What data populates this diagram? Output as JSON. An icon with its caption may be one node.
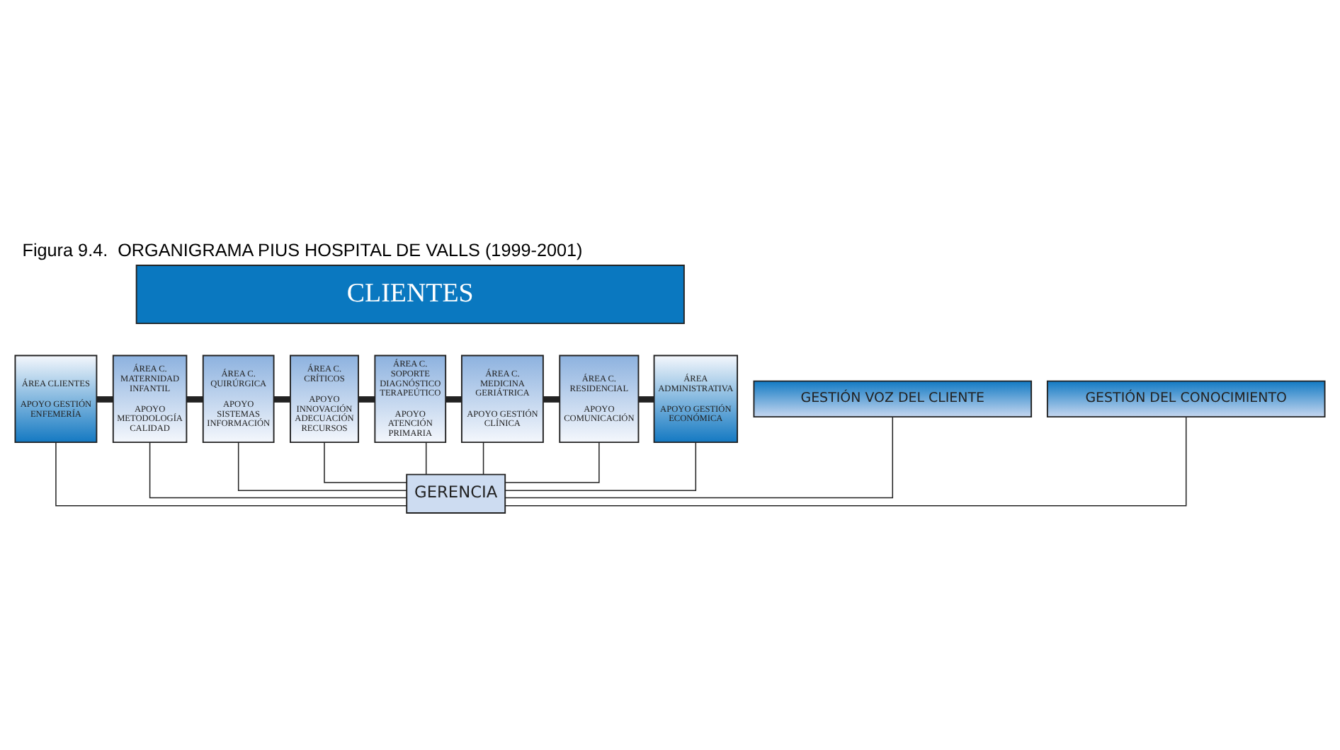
{
  "diagram": {
    "title": "Figura 9.4.  ORGANIGRAMA PIUS HOSPITAL DE VALLS (1999-2001)",
    "nodes": [
      {
        "text": [
          "CLIENTES"
        ]
      },
      {
        "text": [
          "ÁREA CLIENTES",
          "APOYO GESTIÓN ENFEMERÍA"
        ]
      },
      {
        "text": [
          "ÁREA C. MATERNIDAD INFANTIL",
          "APOYO METODOLOGÍA CALIDAD"
        ]
      },
      {
        "text": [
          "ÁREA C. QUIRÚRGICA",
          "APOYO SISTEMAS INFORMACIÓN"
        ]
      },
      {
        "text": [
          "ÁREA C. CRÍTICOS",
          "APOYO INNOVACIÓN ADECUACIÓN RECURSOS"
        ]
      },
      {
        "text": [
          "ÁREA C. SOPORTE DIAGNÓSTICO TERAPEÚTICO",
          "APOYO ATENCIÓN PRIMARIA"
        ]
      },
      {
        "text": [
          "ÁREA C. MEDICINA GERIÁTRICA",
          "APOYO GESTIÓN CLÍNICA"
        ]
      },
      {
        "text": [
          "ÁREA C. RESIDENCIAL",
          "APOYO COMUNICACIÓN"
        ]
      },
      {
        "text": [
          "ÁREA ADMINISTRATIVA",
          "APOYO GESTIÓN ECONÓMICA"
        ]
      },
      {
        "text": [
          "GESTIÓN VOZ DEL CLIENTE"
        ]
      },
      {
        "text": [
          "GESTIÓN DEL CONOCIMIENTO"
        ]
      },
      {
        "text": [
          "GERENCIA"
        ]
      }
    ],
    "edges": [
      {
        "from": 1,
        "to": 2,
        "arrow": "none",
        "style": "thick"
      },
      {
        "from": 2,
        "to": 3,
        "arrow": "none",
        "style": "thick"
      },
      {
        "from": 3,
        "to": 4,
        "arrow": "none",
        "style": "thick"
      },
      {
        "from": 4,
        "to": 5,
        "arrow": "none",
        "style": "thick"
      },
      {
        "from": 5,
        "to": 6,
        "arrow": "none",
        "style": "thick"
      },
      {
        "from": 6,
        "to": 7,
        "arrow": "none",
        "style": "thick"
      },
      {
        "from": 7,
        "to": 8,
        "arrow": "none",
        "style": "thick"
      },
      {
        "from": 1,
        "to": 11,
        "arrow": "none"
      },
      {
        "from": 2,
        "to": 11,
        "arrow": "none"
      },
      {
        "from": 3,
        "to": 11,
        "arrow": "none"
      },
      {
        "from": 4,
        "to": 11,
        "arrow": "none"
      },
      {
        "from": 5,
        "to": 11,
        "arrow": "none"
      },
      {
        "from": 6,
        "to": 11,
        "arrow": "none"
      },
      {
        "from": 7,
        "to": 11,
        "arrow": "none"
      },
      {
        "from": 8,
        "to": 11,
        "arrow": "none"
      },
      {
        "from": 9,
        "to": 11,
        "arrow": "none"
      },
      {
        "from": 10,
        "to": 11,
        "arrow": "none"
      }
    ]
  }
}
